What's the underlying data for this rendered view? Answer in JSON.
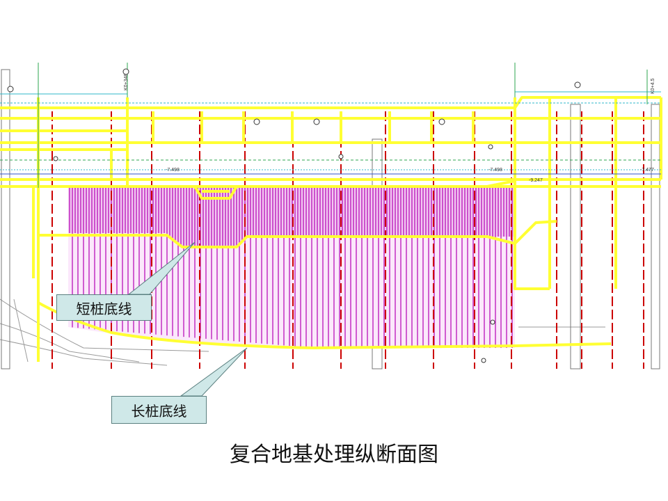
{
  "colors": {
    "soil_line": "#ffff33",
    "pile_fill": "#cc00cc",
    "pile_line": "#b400b4",
    "borehole": "#cc0000",
    "cad_cyan": "#2fb7c9",
    "cad_green": "#2ea44f",
    "callout_fill": "#cfe8e8",
    "callout_border": "#5a7f7f"
  },
  "callouts": {
    "short_pile": "短桩底线",
    "long_pile": "长桩底线"
  },
  "caption": "复合地基处理纵断面图",
  "labels": {
    "elev_a": "-7.498",
    "elev_b": "-9.247",
    "elev_c": "-7.477",
    "elev_d": "-7.498",
    "station_a": "K0+348.8",
    "station_b": "K0+4.5"
  },
  "icons": {
    "leader_short": "callout-pointer-icon",
    "leader_long": "callout-pointer-icon"
  }
}
